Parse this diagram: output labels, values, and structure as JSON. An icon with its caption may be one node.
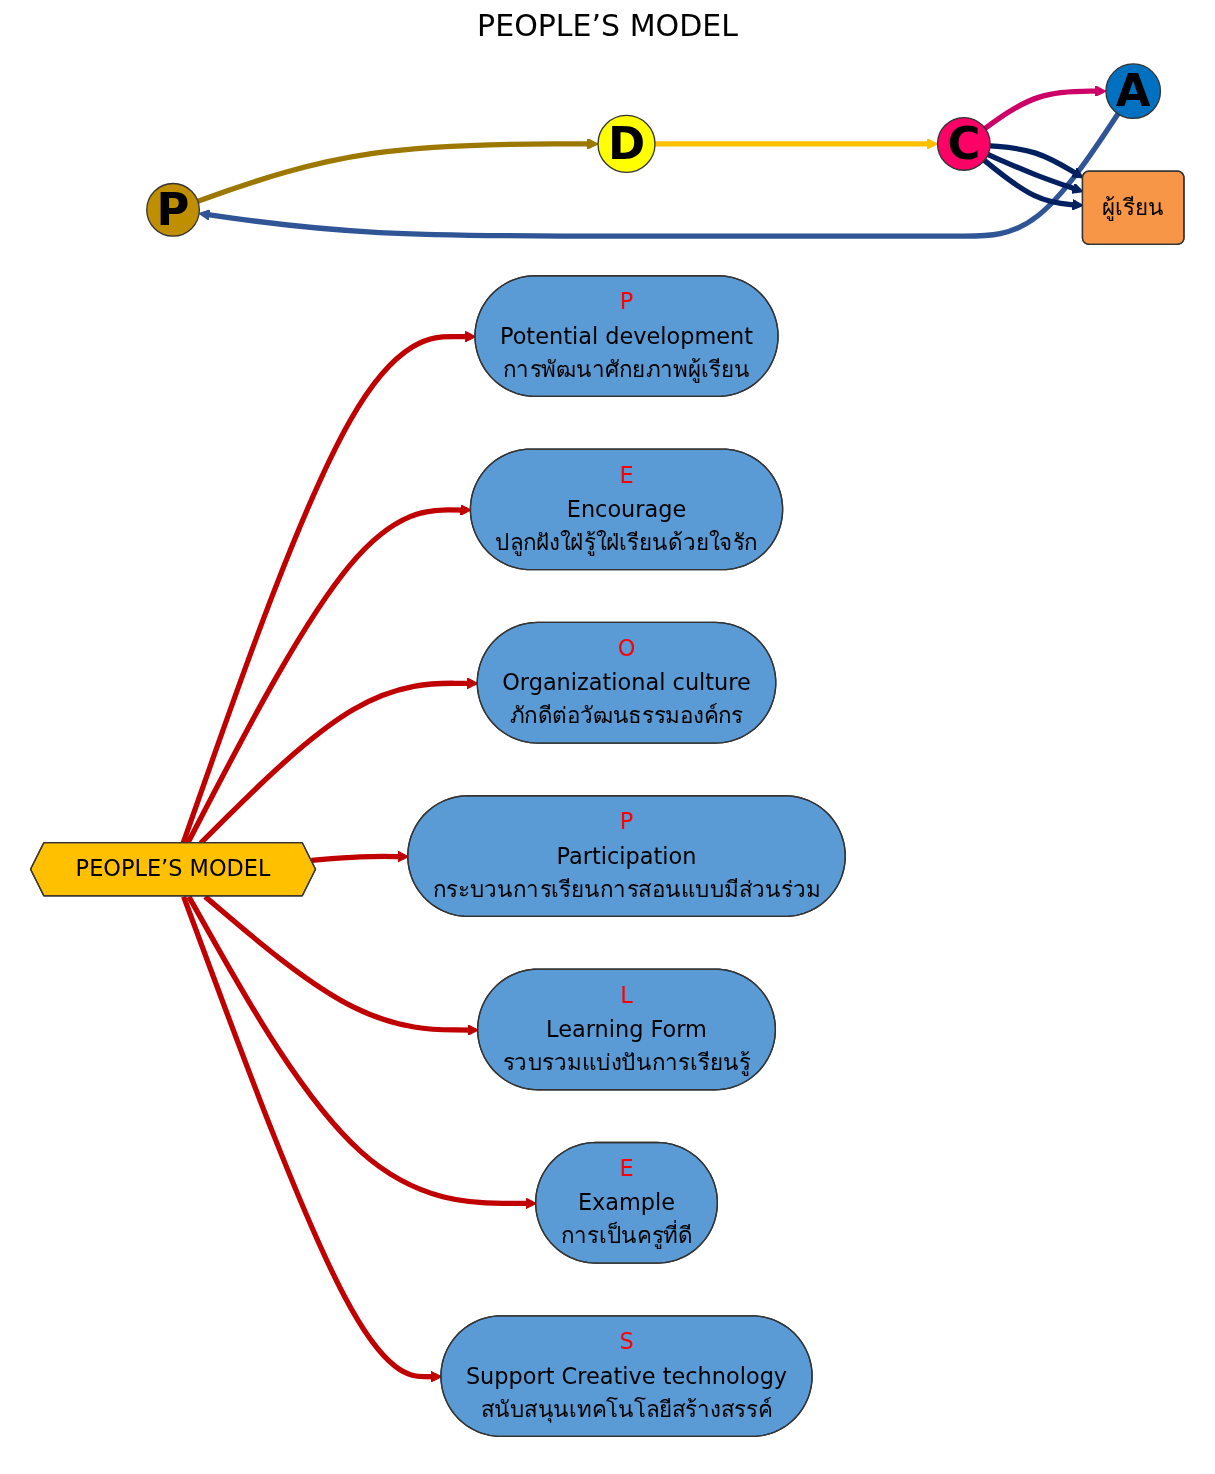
{
  "diagram": {
    "title": "PEOPLE’S MODEL",
    "nodes": [
      {
        "text": [
          "P"
        ]
      },
      {
        "text": [
          "D"
        ]
      },
      {
        "text": [
          "C"
        ]
      },
      {
        "text": [
          "A"
        ]
      },
      {
        "text": [
          "PEOPLE’S MODEL"
        ]
      },
      {
        "text": [
          "P",
          "Potential development",
          "การพัฒนาศักยภาพผู้เรียน"
        ]
      },
      {
        "text": [
          "E",
          "Encourage",
          "ปลูกฝังใฝ่รู้ใฝ่เรียนด้วยใจรัก"
        ]
      },
      {
        "text": [
          "O",
          "Organizational culture",
          "ภักดีต่อวัฒนธรรมองค์กร"
        ]
      },
      {
        "text": [
          "P",
          "Participation",
          "กระบวนการเรียนการสอนแบบมีส่วนร่วม"
        ]
      },
      {
        "text": [
          "L",
          "Learning Form",
          "รวบรวมแบ่งปันการเรียนรู้"
        ]
      },
      {
        "text": [
          "E",
          "Example",
          "การเป็นครูที่ดี"
        ]
      },
      {
        "text": [
          "S",
          "Support Creative technology",
          "สนับสนุนเทคโนโลยีสร้างสรรค์"
        ]
      },
      {
        "text": [
          "ผู้เรียน"
        ]
      }
    ],
    "edges": [
      {
        "from": 0,
        "to": 1,
        "arrow": "to",
        "color": "#9c7800"
      },
      {
        "from": 1,
        "to": 2,
        "arrow": "to",
        "color": "#ffc000"
      },
      {
        "from": 2,
        "to": 3,
        "arrow": "to",
        "color": "#cc0066"
      },
      {
        "from": 3,
        "to": 0,
        "arrow": "to",
        "color": "#2f5597"
      },
      {
        "from": 4,
        "to": 5,
        "arrow": "to"
      },
      {
        "from": 4,
        "to": 6,
        "arrow": "to"
      },
      {
        "from": 4,
        "to": 7,
        "arrow": "to"
      },
      {
        "from": 4,
        "to": 8,
        "arrow": "to"
      },
      {
        "from": 4,
        "to": 9,
        "arrow": "to"
      },
      {
        "from": 4,
        "to": 10,
        "arrow": "to"
      },
      {
        "from": 4,
        "to": 11,
        "arrow": "to"
      },
      {
        "from": 2,
        "to": 12,
        "arrow": "to",
        "color": "#002060"
      },
      {
        "from": 2,
        "to": 12,
        "arrow": "to",
        "color": "#002060"
      },
      {
        "from": 2,
        "to": 12,
        "arrow": "to",
        "color": "#002060"
      }
    ]
  }
}
